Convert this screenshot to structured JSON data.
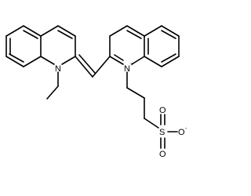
{
  "molecule": {
    "atoms": {
      "n_left": "N",
      "n_right": "N",
      "n_right_charge": "+",
      "sulfur": "S",
      "oxygen_top": "O",
      "oxygen_bottom": "O",
      "oxygen_right": "O",
      "oxygen_right_charge": "-"
    }
  }
}
